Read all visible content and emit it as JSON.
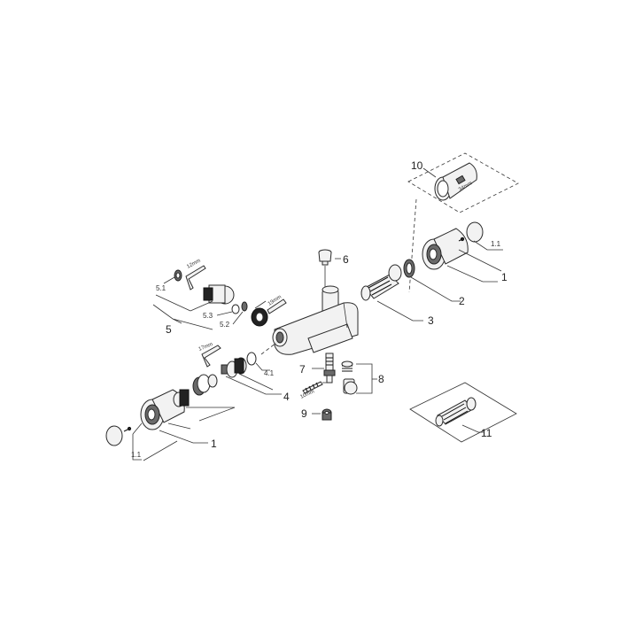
{
  "labels": {
    "p1_top": "1",
    "p1_1_top": "1.1",
    "p2": "2",
    "p3": "3",
    "p4": "4",
    "p4_1": "4.1",
    "p5": "5",
    "p5_1": "5.1",
    "p5_2": "5.2",
    "p5_3": "5.3",
    "p6": "6",
    "p7": "7",
    "p8": "8",
    "p9": "9",
    "p10": "10",
    "p11": "11",
    "p1_bottom": "1",
    "p1_1_bottom": "1.1"
  },
  "tool_labels": {
    "t12mm": "12mm",
    "t19mm": "19mm",
    "t17mm": "17mm",
    "t10mm": "10mm",
    "t34mm": "34mm"
  }
}
